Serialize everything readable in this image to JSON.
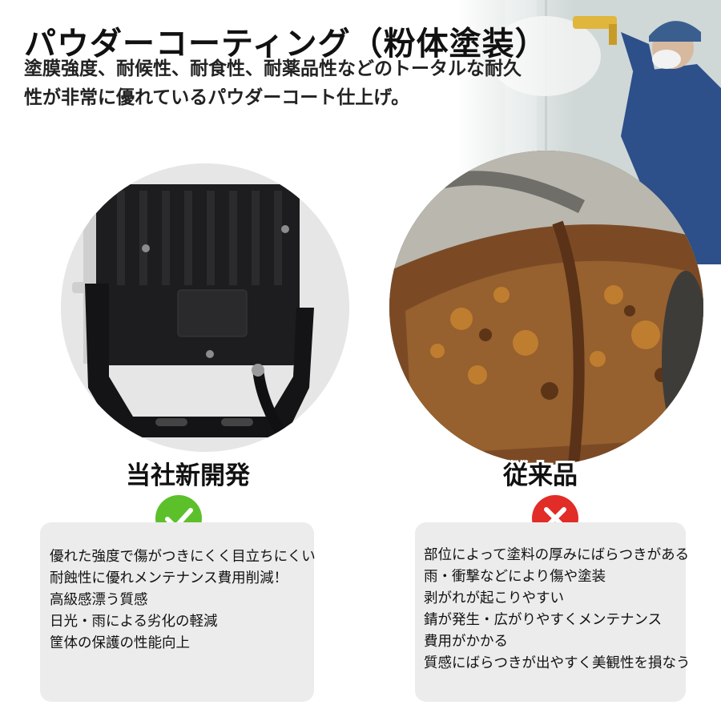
{
  "header": {
    "title": "パウダーコーティング（粉体塗装）",
    "subtitle": "塗膜強度、耐候性、耐食性、耐薬品性などのトータルな耐久性が非常に優れているパウダーコート仕上げ。"
  },
  "new_product": {
    "label": "当社新開発",
    "icon": "check-icon",
    "accent": "#5cc02a",
    "points": [
      "優れた強度で傷がつきにくく目立ちにくい",
      "耐蝕性に優れメンテナンス費用削減！",
      "高級感漂う質感",
      "日光・雨による劣化の軽減",
      "筐体の保護の性能向上"
    ]
  },
  "conventional": {
    "label": "従来品",
    "icon": "cross-icon",
    "accent": "#e22c27",
    "points": [
      "部位によって塗料の厚みにばらつきがある",
      "雨・衝撃などにより傷や塗装",
      "剥がれが起こりやすい",
      "錆が発生・広がりやすくメンテナンス",
      "費用がかかる",
      "質感にばらつきが出やすく美観性を損なう"
    ]
  }
}
